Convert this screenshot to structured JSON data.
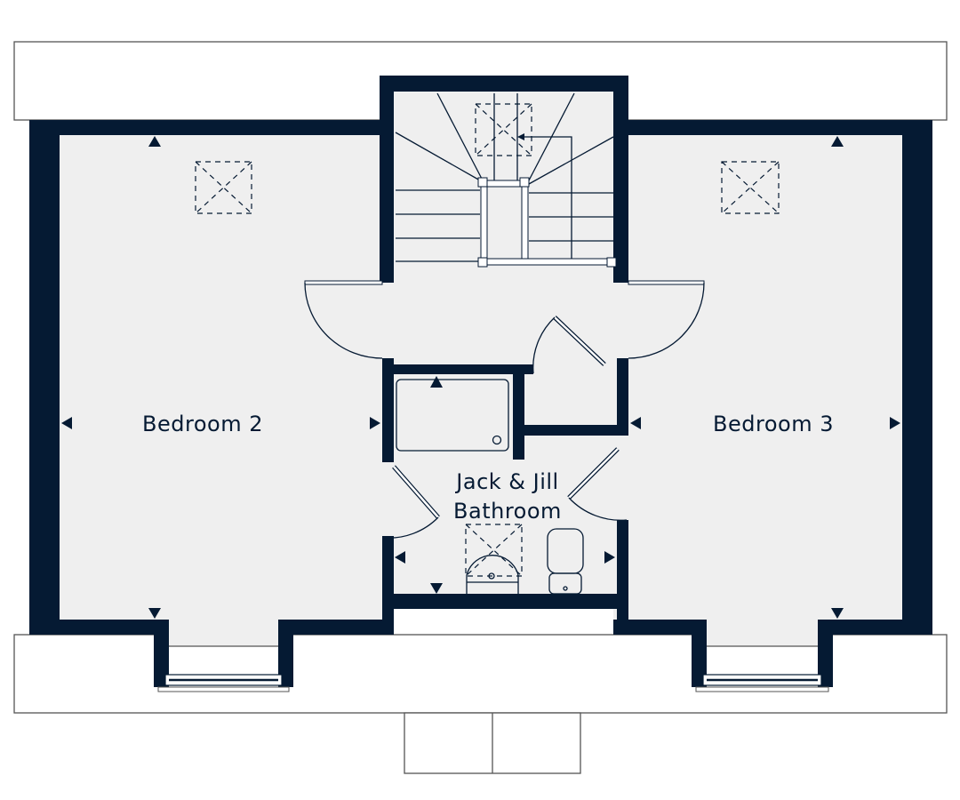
{
  "rooms": {
    "bedroom_2": "Bedroom 2",
    "bedroom_3": "Bedroom 3",
    "bathroom_line1": "Jack & Jill",
    "bathroom_line2": "Bathroom"
  },
  "colors": {
    "wall": "#051a33",
    "floor": "#efefef",
    "outline": "#555555"
  }
}
